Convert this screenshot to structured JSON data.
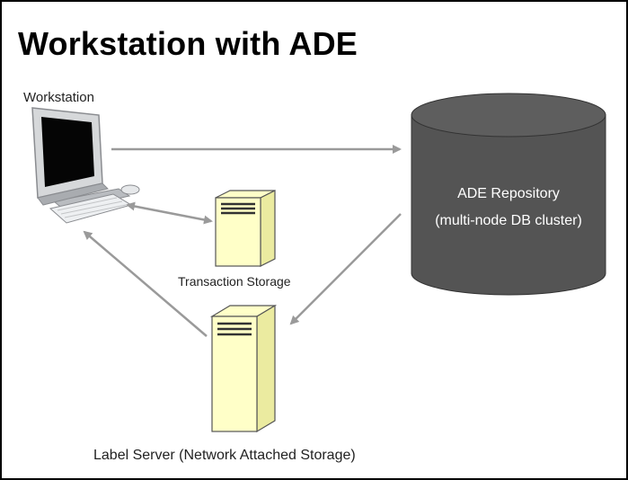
{
  "title": "Workstation with ADE",
  "nodes": {
    "workstation": {
      "label": "Workstation",
      "icon": "desktop-computer-icon"
    },
    "transaction_storage": {
      "label": "Transaction Storage",
      "icon": "server-icon"
    },
    "label_server": {
      "label": "Label Server (Network Attached Storage)",
      "icon": "server-icon"
    },
    "repository": {
      "line1": "ADE Repository",
      "line2": "(multi-node DB cluster)",
      "icon": "database-cylinder-icon"
    }
  },
  "edges": [
    {
      "from": "workstation",
      "to": "repository",
      "direction": "one-way"
    },
    {
      "from": "workstation",
      "to": "transaction_storage",
      "direction": "two-way"
    },
    {
      "from": "repository",
      "to": "label_server",
      "direction": "one-way"
    },
    {
      "from": "label_server",
      "to": "workstation",
      "direction": "one-way"
    }
  ],
  "colors": {
    "server_fill": "#ffffc8",
    "repository_fill": "#545454",
    "arrow": "#9a9a9a",
    "border": "#000000"
  }
}
